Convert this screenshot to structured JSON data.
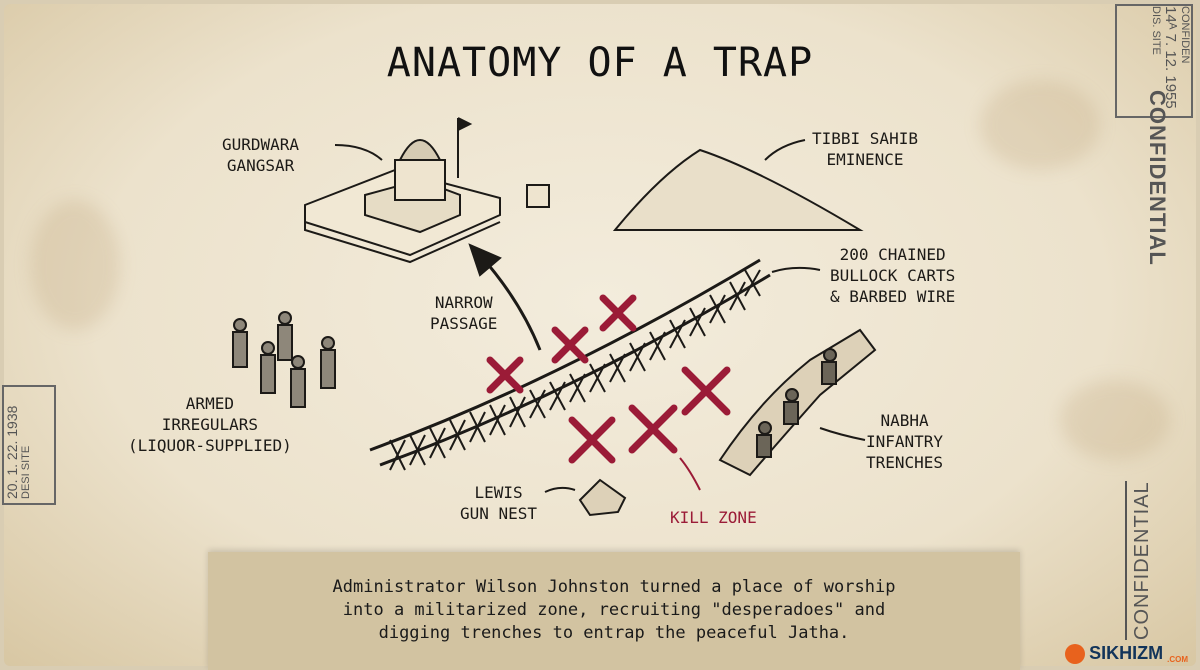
{
  "title": "ANATOMY OF A TRAP",
  "labels": {
    "gurdwara": [
      "GURDWARA",
      "GANGSAR"
    ],
    "tibbi": [
      "TIBBI SAHIB",
      "EMINENCE"
    ],
    "carts": [
      "200 CHAINED",
      "BULLOCK CARTS",
      "& BARBED WIRE"
    ],
    "passage": [
      "NARROW",
      "PASSAGE"
    ],
    "irregulars": [
      "ARMED",
      "IRREGULARS",
      "(LIQUOR-SUPPLIED)"
    ],
    "nabha": [
      "NABHA",
      "INFANTRY",
      "TRENCHES"
    ],
    "lewis": [
      "LEWIS",
      "GUN NEST"
    ],
    "kill_zone": "KILL ZONE"
  },
  "caption": [
    "Administrator Wilson Johnston turned a place of worship",
    "into a militarized zone, recruiting \"desperadoes\" and",
    "digging trenches to entrap the peaceful Jatha."
  ],
  "stamps": {
    "top_right_box": [
      "CONFIDEN",
      "14ᴬ 7. 12. 1955",
      "DIS. SITE"
    ],
    "top_right": "CONFIDENTIAL",
    "left_box": [
      "20. 1. 22. 1938",
      "DESI SITE"
    ],
    "bottom_right": "CONFIDENTIAL"
  },
  "logo": {
    "name": "SIKHIZM",
    "suffix": ".COM"
  },
  "colors": {
    "accent": "#9b1b37",
    "ink": "#1c1a17"
  }
}
